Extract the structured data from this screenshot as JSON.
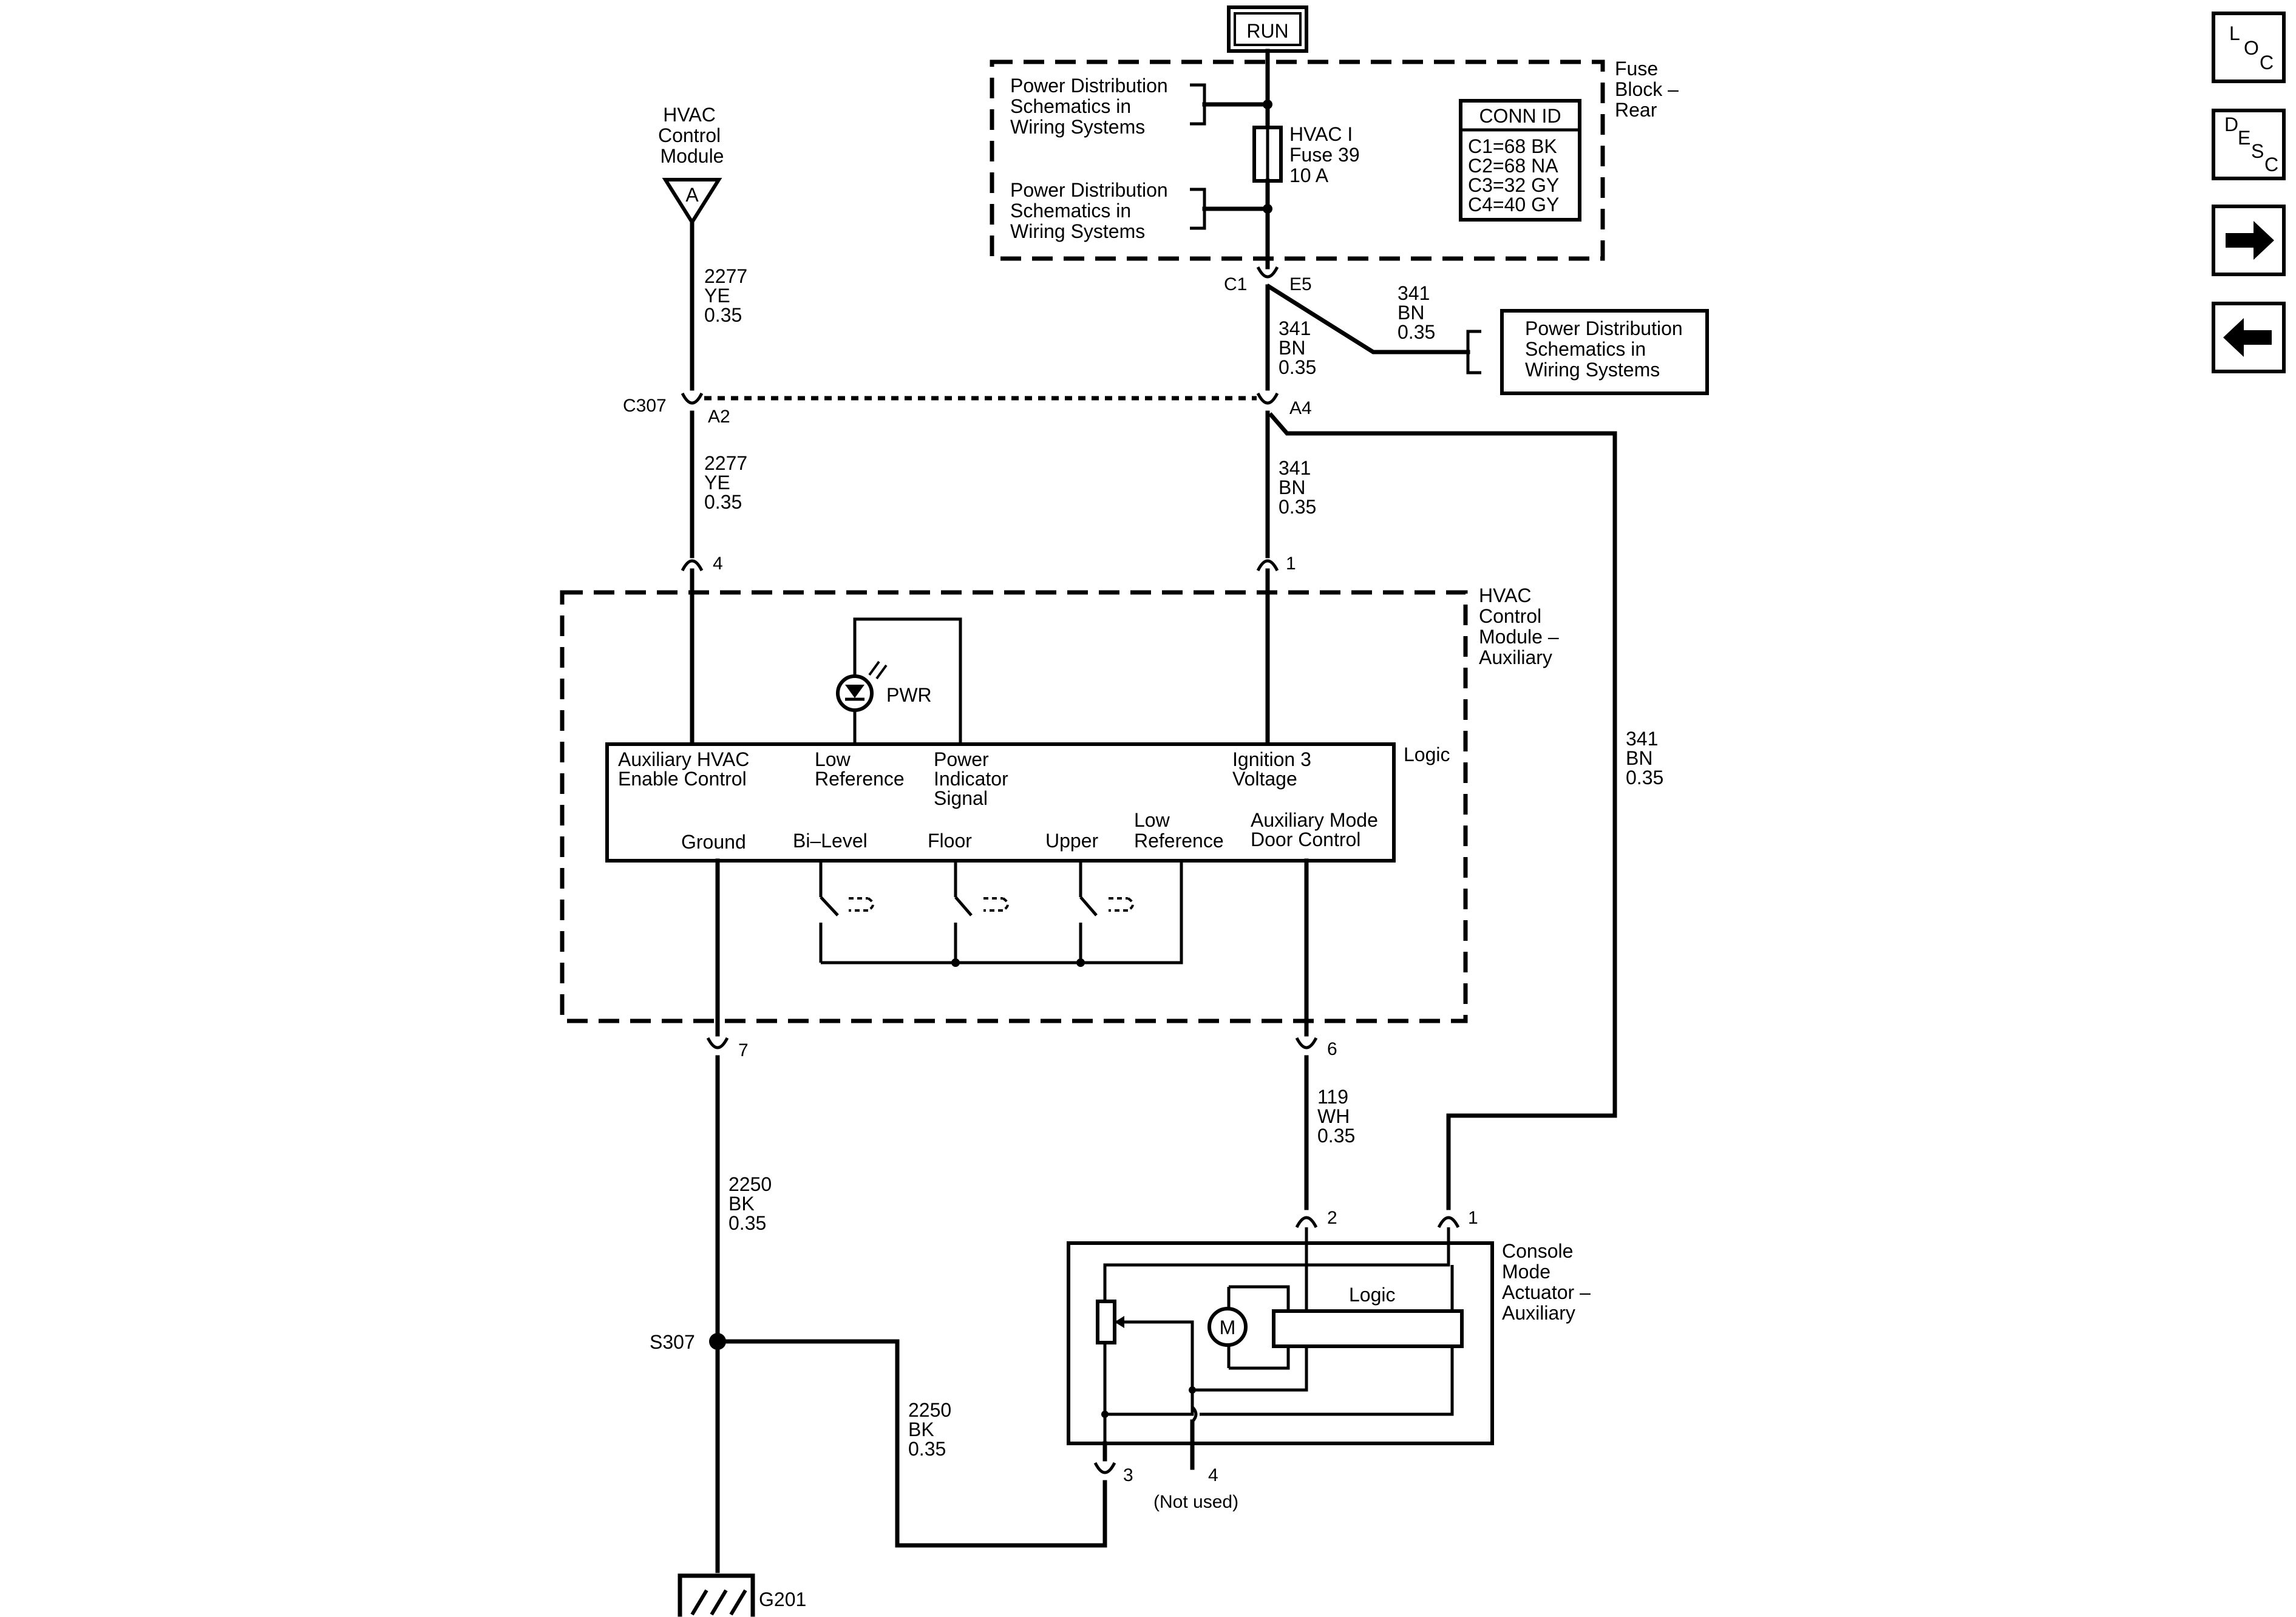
{
  "run_label": "RUN",
  "fuse_block": {
    "title": [
      "Fuse",
      "Block –",
      "Rear"
    ],
    "pd_ref_top": [
      "Power Distribution",
      "Schematics in",
      "Wiring Systems"
    ],
    "pd_ref_bottom": [
      "Power Distribution",
      "Schematics in",
      "Wiring Systems"
    ],
    "fuse": [
      "HVAC I",
      "Fuse 39",
      "10 A"
    ],
    "conn_id_title": "CONN ID",
    "conn_ids": [
      "C1=68 BK",
      "C2=68 NA",
      "C3=32 GY",
      "C4=40 GY"
    ]
  },
  "connectors": {
    "c1": "C1",
    "e5": "E5",
    "c307": "C307",
    "a2": "A2",
    "a4": "A4",
    "pin4": "4",
    "pin1": "1",
    "pin7": "7",
    "pin6": "6",
    "act_pin2": "2",
    "act_pin1": "1",
    "act_pin3": "3",
    "act_pin4": "4",
    "not_used": "(Not used)"
  },
  "wires": {
    "w2277_top": [
      "2277",
      "YE",
      "0.35"
    ],
    "w2277_mid": [
      "2277",
      "YE",
      "0.35"
    ],
    "w341_c1": [
      "341",
      "BN",
      "0.35"
    ],
    "w341_branch": [
      "341",
      "BN",
      "0.35"
    ],
    "w341_mid": [
      "341",
      "BN",
      "0.35"
    ],
    "w341_right": [
      "341",
      "BN",
      "0.35"
    ],
    "w119": [
      "119",
      "WH",
      "0.35"
    ],
    "w2250_left": [
      "2250",
      "BK",
      "0.35"
    ],
    "w2250_bottom": [
      "2250",
      "BK",
      "0.35"
    ]
  },
  "pd_ref_right": [
    "Power Distribution",
    "Schematics in",
    "Wiring Systems"
  ],
  "hvac_module_ref": {
    "title": [
      "HVAC",
      "Control",
      "Module"
    ],
    "marker": "A"
  },
  "aux_module": {
    "title": [
      "HVAC",
      "Control",
      "Module –",
      "Auxiliary"
    ],
    "pwr": "PWR",
    "logic": "Logic",
    "terminals_top": {
      "enable": [
        "Auxiliary HVAC",
        "Enable Control"
      ],
      "low_ref": [
        "Low",
        "Reference"
      ],
      "power_ind": [
        "Power",
        "Indicator",
        "Signal"
      ],
      "ign3": [
        "Ignition 3",
        "Voltage"
      ]
    },
    "terminals_bottom": {
      "ground": "Ground",
      "bilevel": "Bi–Level",
      "floor": "Floor",
      "upper": "Upper",
      "low_ref": [
        "Low",
        "Reference"
      ],
      "mode_door": [
        "Auxiliary Mode",
        "Door Control"
      ]
    }
  },
  "actuator": {
    "title": [
      "Console",
      "Mode",
      "Actuator –",
      "Auxiliary"
    ],
    "logic": "Logic",
    "motor": "M"
  },
  "splice": "S307",
  "ground": "G201",
  "nav": {
    "loc": [
      "L",
      "O",
      "C"
    ],
    "desc": [
      "D",
      "E",
      "S",
      "C"
    ],
    "forward_icon": "arrow-right-icon",
    "back_icon": "arrow-left-icon"
  }
}
